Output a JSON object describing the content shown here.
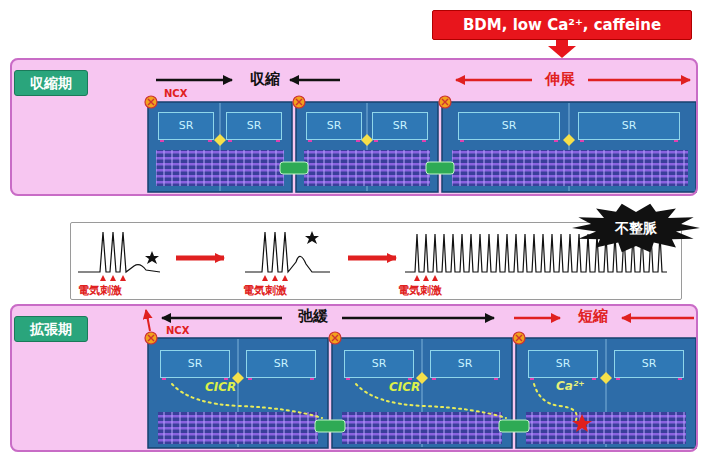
{
  "diagram": {
    "nodes": [
      {
        "text": [
          "BDM, low Ca²⁺, caffeine"
        ]
      },
      {
        "text": [
          "収縮",
          "伸展"
        ]
      },
      {
        "text": [
          "収縮期"
        ],
        "in": 1
      },
      {
        "text": [
          "SR"
        ],
        "in": 1
      },
      {
        "text": [
          "SR"
        ],
        "in": 1
      },
      {
        "text": [
          "SR"
        ],
        "in": 1
      },
      {
        "text": [
          "SR"
        ],
        "in": 1
      },
      {
        "text": [
          "SR"
        ],
        "in": 1
      },
      {
        "text": [
          "SR"
        ],
        "in": 1
      },
      {
        "text": [
          "電気刺激",
          "電気刺激",
          "電気刺激"
        ]
      },
      {
        "text": [
          "不整脈"
        ]
      },
      {
        "text": [
          "弛緩",
          "短縮",
          "CICR",
          "CICR",
          "Ca²⁺"
        ]
      },
      {
        "text": [
          "拡張期"
        ],
        "in": 11
      },
      {
        "text": [
          "SR"
        ],
        "in": 11
      },
      {
        "text": [
          "SR"
        ],
        "in": 11
      },
      {
        "text": [
          "SR"
        ],
        "in": 11
      },
      {
        "text": [
          "SR"
        ],
        "in": 11
      },
      {
        "text": [
          "SR"
        ],
        "in": 11
      },
      {
        "text": [
          "SR"
        ],
        "in": 11
      }
    ],
    "edges": [
      {
        "from": 0,
        "to": 1,
        "arrow": "to"
      }
    ],
    "labels": [
      "NCX",
      "NCX"
    ]
  }
}
